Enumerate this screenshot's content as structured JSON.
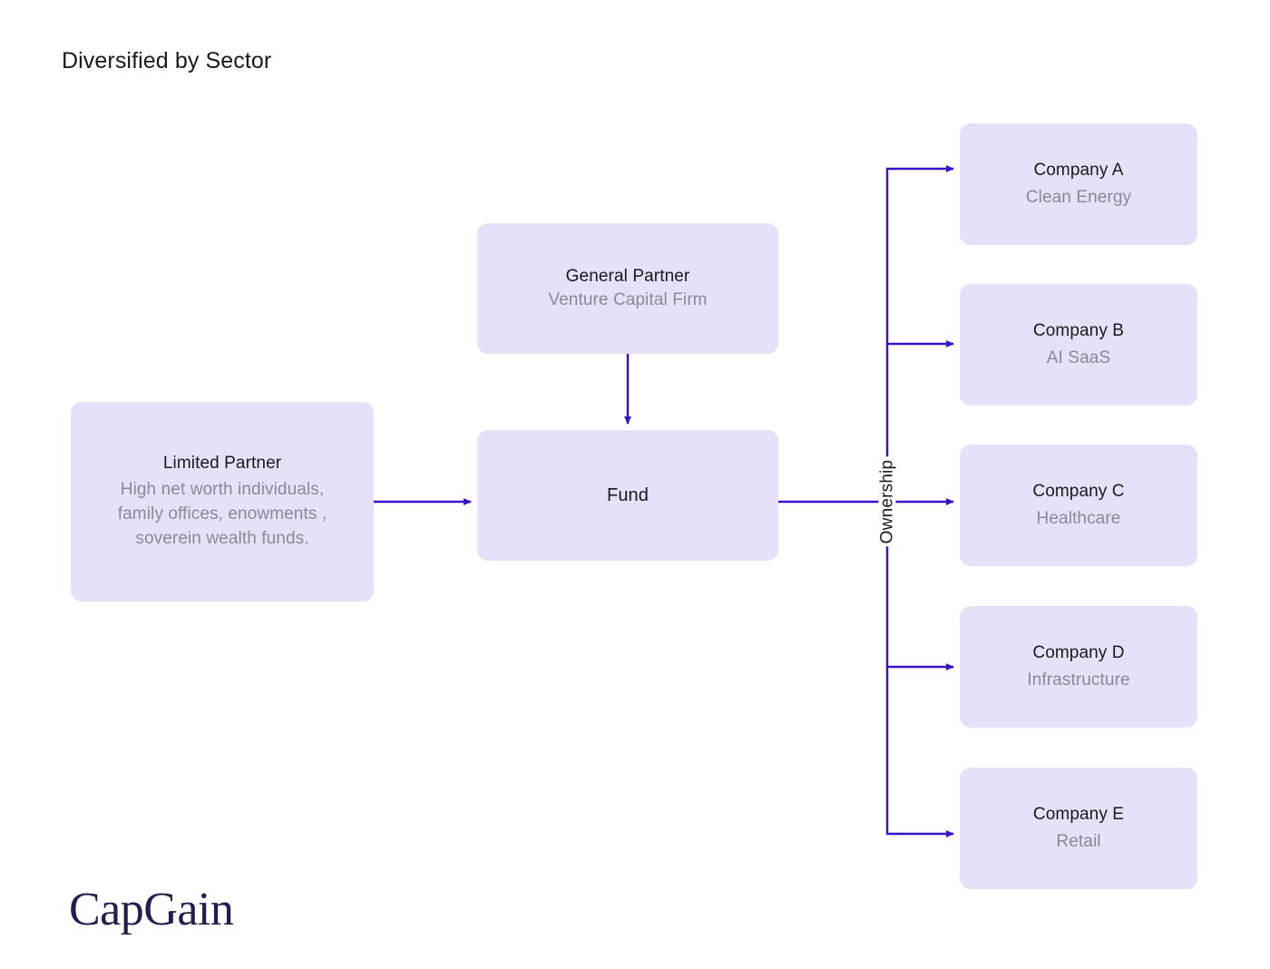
{
  "page": {
    "title": "Diversified by Sector",
    "background": "#ffffff"
  },
  "colors": {
    "node_fill": "#e6e1f9",
    "edge": "#3a10c8",
    "title_text": "#1a1a1a",
    "subtitle_text": "#8a8a93",
    "brand": "#2a1b4d"
  },
  "diagram": {
    "type": "flowchart",
    "limited_partner": {
      "title": "Limited Partner",
      "subtitle": "High net worth individuals, family offices, enowments , soverein wealth funds."
    },
    "general_partner": {
      "title": "General Partner",
      "subtitle": "Venture Capital Firm"
    },
    "fund": {
      "title": "Fund"
    },
    "ownership_label": "Ownership",
    "companies": [
      {
        "title": "Company A",
        "sector": "Clean Energy"
      },
      {
        "title": "Company B",
        "sector": "AI SaaS"
      },
      {
        "title": "Company C",
        "sector": "Healthcare"
      },
      {
        "title": "Company D",
        "sector": "Infrastructure"
      },
      {
        "title": "Company E",
        "sector": "Retail"
      }
    ],
    "edges": [
      {
        "from": "Limited Partner",
        "to": "Fund",
        "label": ""
      },
      {
        "from": "General Partner",
        "to": "Fund",
        "label": ""
      },
      {
        "from": "Fund",
        "to": "Company A",
        "label": "Ownership"
      },
      {
        "from": "Fund",
        "to": "Company B",
        "label": "Ownership"
      },
      {
        "from": "Fund",
        "to": "Company C",
        "label": "Ownership"
      },
      {
        "from": "Fund",
        "to": "Company D",
        "label": "Ownership"
      },
      {
        "from": "Fund",
        "to": "Company E",
        "label": "Ownership"
      }
    ]
  },
  "brand": {
    "name": "CapGain"
  }
}
